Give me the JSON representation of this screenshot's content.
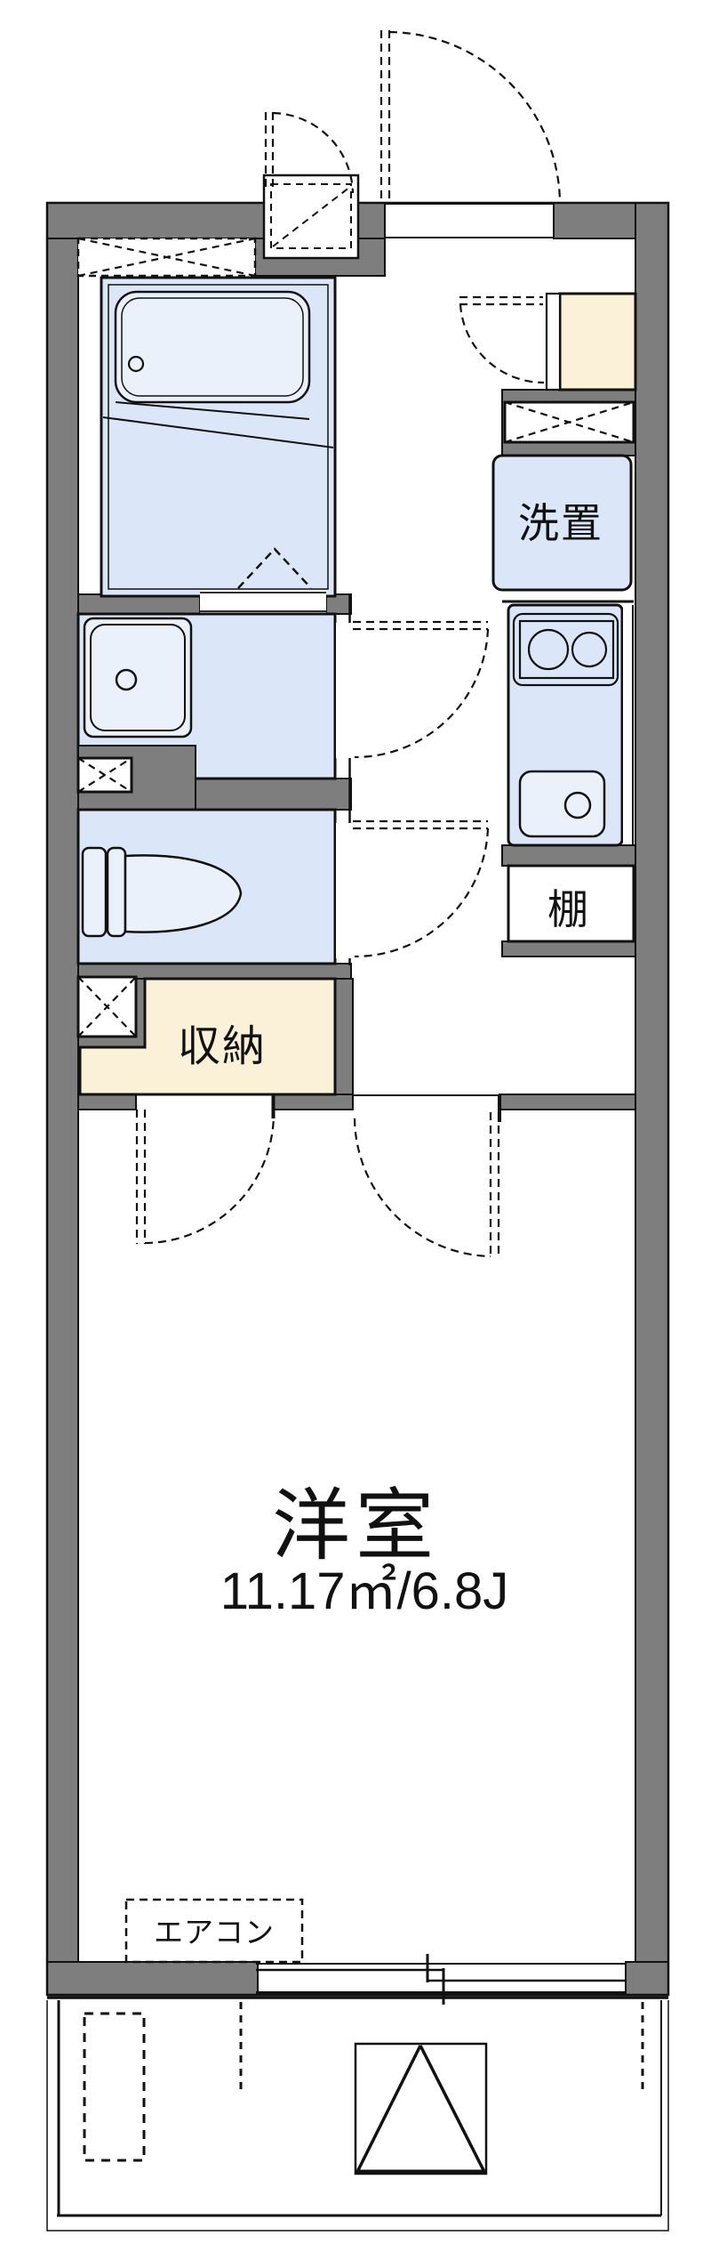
{
  "floorplan": {
    "type": "japanese-apartment-floor-plan",
    "rooms": {
      "main_room": {
        "name": "洋室",
        "area": "11.17㎡/6.8J"
      },
      "washer_space": {
        "label": "洗置"
      },
      "shelf": {
        "label": "棚"
      },
      "storage": {
        "label": "収納"
      },
      "aircon": {
        "label": "エアコン"
      }
    },
    "colors": {
      "wall": "#7e7e7e",
      "room_fill": "#dbe7f8",
      "fixture_fill": "#eaf1fb",
      "cabinet_fill": "#fbf1d8",
      "line": "#111111",
      "background": "#ffffff"
    }
  }
}
